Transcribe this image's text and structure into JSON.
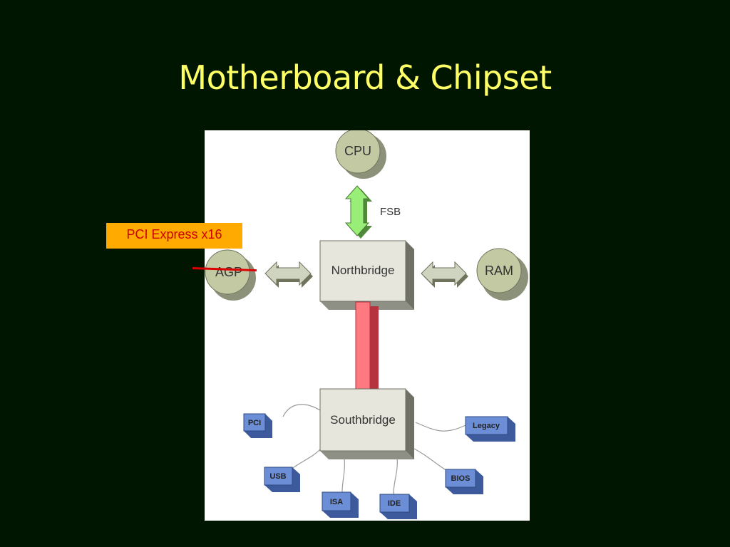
{
  "slide": {
    "title": "Motherboard & Chipset"
  },
  "diagram": {
    "nodes": {
      "cpu": "CPU",
      "fsb": "FSB",
      "agp": "AGP",
      "northbridge": "Northbridge",
      "ram": "RAM",
      "southbridge": "Southbridge",
      "pci": "PCI",
      "legacy": "Legacy",
      "usb": "USB",
      "isa": "ISA",
      "ide": "IDE",
      "bios": "BIOS"
    },
    "colors": {
      "bus_box": "#6b8ed6",
      "chip_box": "#e6e6dc",
      "circle": "#c3c9a3",
      "fsb_arrow": "#99ee77",
      "side_arrow": "#cfd4c0",
      "link_bar": "#ff7a80"
    }
  },
  "callout": {
    "label": "PCI Express x16"
  }
}
